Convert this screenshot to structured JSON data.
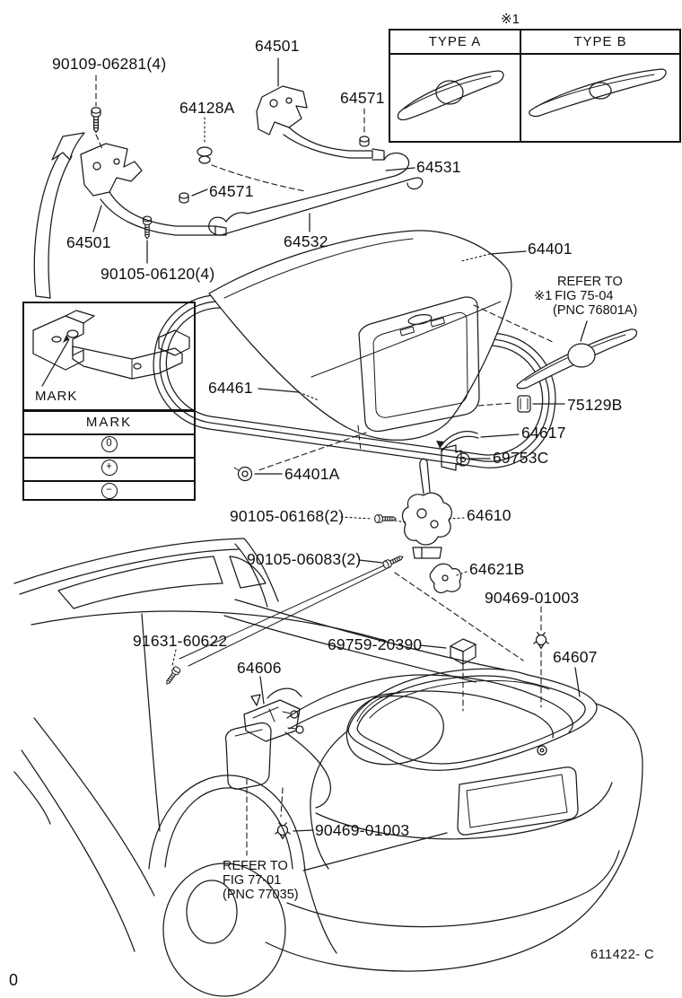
{
  "figure": {
    "code": "611422- C",
    "page_indicator": "0"
  },
  "type_table": {
    "note": "※1",
    "col_a": "TYPE A",
    "col_b": "TYPE B"
  },
  "mark_panel": {
    "callout": "MARK",
    "header": "MARK",
    "symbols": [
      "0",
      "+",
      "−"
    ]
  },
  "notes": {
    "ref1_prefix": "※1",
    "ref1_line1": "REFER TO",
    "ref1_line2": "FIG 75-04",
    "ref1_line3": "(PNC 76801A)",
    "ref2_line1": "REFER TO",
    "ref2_line2": "FIG 77-01",
    "ref2_line3": "(PNC 77035)"
  },
  "labels": [
    {
      "id": "bolt-90109-06281",
      "text": "90109-06281(4)"
    },
    {
      "id": "hinge-64501-top",
      "text": "64501"
    },
    {
      "id": "nut-64571-top",
      "text": "64571"
    },
    {
      "id": "clip-64128a",
      "text": "64128A"
    },
    {
      "id": "nut-64571-mid",
      "text": "64571"
    },
    {
      "id": "torsion-bar-64531",
      "text": "64531"
    },
    {
      "id": "hinge-64501-left",
      "text": "64501"
    },
    {
      "id": "bolt-90105-06120",
      "text": "90105-06120(4)"
    },
    {
      "id": "torsion-bar-64532",
      "text": "64532"
    },
    {
      "id": "trunk-lid-64401",
      "text": "64401"
    },
    {
      "id": "weatherstrip-64461",
      "text": "64461"
    },
    {
      "id": "clip-75129b",
      "text": "75129B"
    },
    {
      "id": "lever-64617",
      "text": "64617"
    },
    {
      "id": "cylinder-69753c",
      "text": "69753C"
    },
    {
      "id": "cushion-64401a",
      "text": "64401A"
    },
    {
      "id": "bolt-90105-06168",
      "text": "90105-06168(2)"
    },
    {
      "id": "lock-64610",
      "text": "64610"
    },
    {
      "id": "bolt-90105-06083",
      "text": "90105-06083(2)"
    },
    {
      "id": "striker-64621b",
      "text": "64621B"
    },
    {
      "id": "clip-90469-01003-upper",
      "text": "90469-01003"
    },
    {
      "id": "stud-91631-60622",
      "text": "91631-60622"
    },
    {
      "id": "relay-69759-20390",
      "text": "69759-20390"
    },
    {
      "id": "opener-64606",
      "text": "64606"
    },
    {
      "id": "cable-64607",
      "text": "64607"
    },
    {
      "id": "clip-90469-01003-lower",
      "text": "90469-01003"
    }
  ]
}
